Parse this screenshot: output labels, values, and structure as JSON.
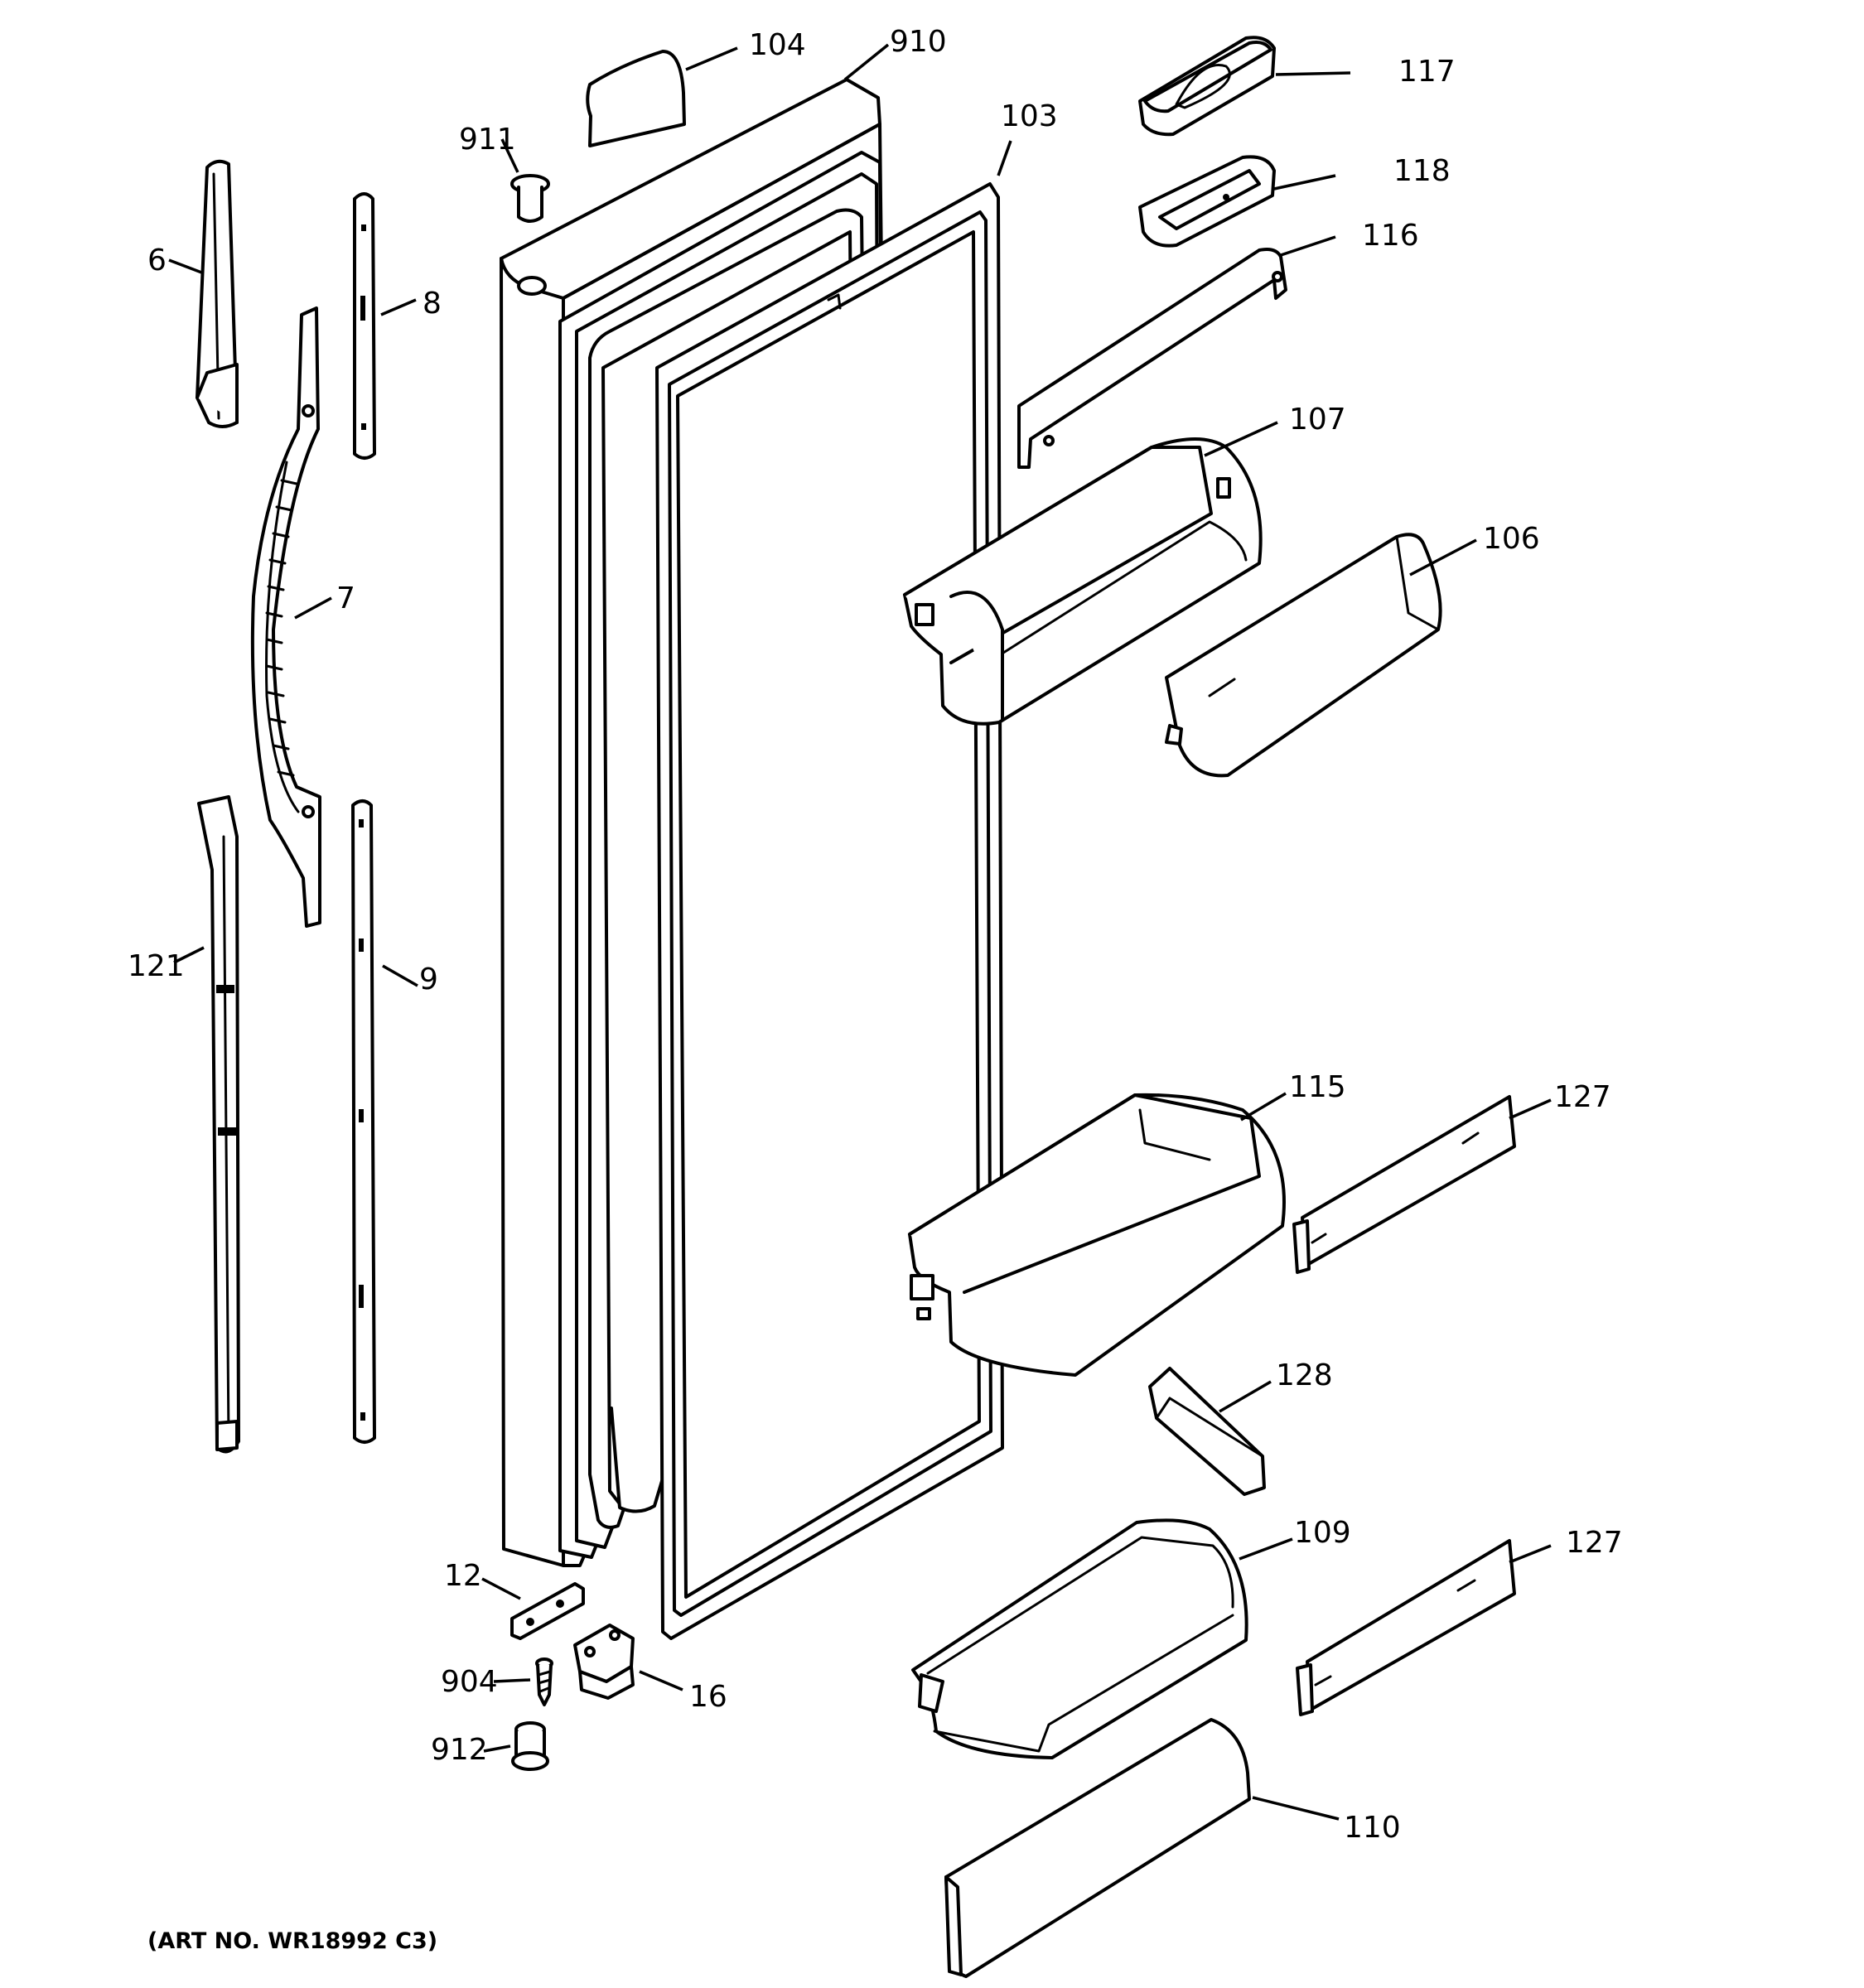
{
  "callouts": {
    "p104": "104",
    "p910": "910",
    "p911": "911",
    "p103": "103",
    "p117": "117",
    "p118": "118",
    "p116": "116",
    "p6": "6",
    "p8": "8",
    "p7": "7",
    "p107": "107",
    "p106": "106",
    "p121": "121",
    "p9": "9",
    "p115": "115",
    "p127a": "127",
    "p128": "128",
    "p109": "109",
    "p127b": "127",
    "p12": "12",
    "p904": "904",
    "p16": "16",
    "p912": "912",
    "p110": "110"
  },
  "art_number": "(ART NO. WR18992 C3)"
}
